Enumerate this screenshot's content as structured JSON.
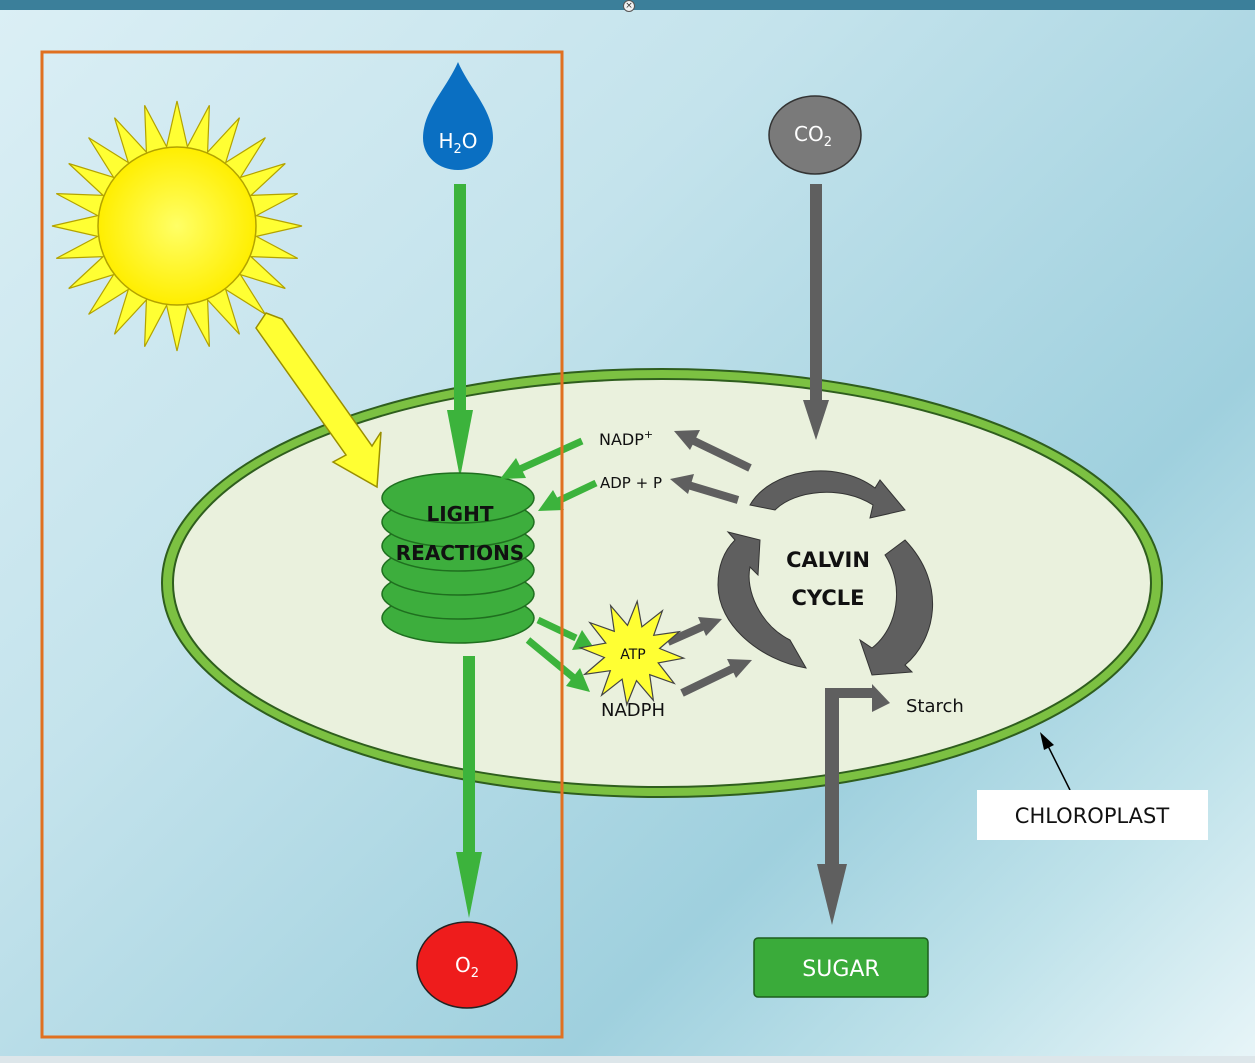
{
  "labels": {
    "water": {
      "main": "H",
      "sub": "2",
      "tail": "O"
    },
    "co2": {
      "main": "CO",
      "sub": "2"
    },
    "o2": {
      "main": "O",
      "sub": "2"
    },
    "light_reactions": {
      "line1": "LIGHT",
      "line2": "REACTIONS"
    },
    "calvin_cycle": {
      "line1": "CALVIN",
      "line2": "CYCLE"
    },
    "nadp": {
      "main": "NADP",
      "sup": "+"
    },
    "adp": "ADP + P",
    "atp": "ATP",
    "nadph": "NADPH",
    "starch": "Starch",
    "chloroplast": "CHLOROPLAST",
    "sugar": "SUGAR"
  },
  "colors": {
    "sun": "#ffff33",
    "water": "#0a6fc2",
    "co2": "#7a7a7a",
    "o2": "#ee1c1c",
    "green_arrow": "#3cb33c",
    "gray_arrow": "#5f5f5f",
    "chloroplast_fill": "#eaf1dd",
    "chloroplast_rim": "#7cc142",
    "thylakoid": "#3dae3d",
    "sugar_box": "#3aab3a",
    "frame": "#e07020"
  }
}
